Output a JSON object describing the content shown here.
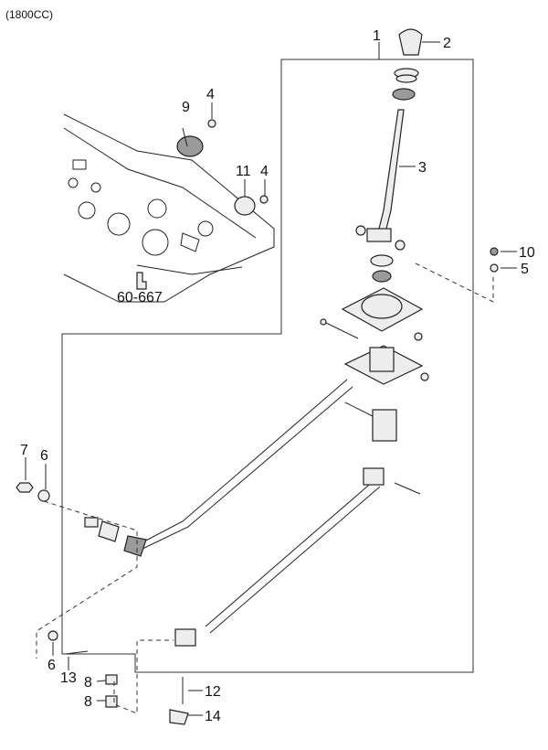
{
  "header": {
    "engine_note": "(1800CC)"
  },
  "callouts": {
    "c1": "1",
    "c2": "2",
    "c3": "3",
    "c4a": "4",
    "c4b": "4",
    "c5": "5",
    "c6a": "6",
    "c6b": "6",
    "c7": "7",
    "c8a": "8",
    "c8b": "8",
    "c9": "9",
    "c10": "10",
    "c11": "11",
    "c12": "12",
    "c13": "13",
    "c14": "14"
  },
  "reference": {
    "ref_code": "60-667"
  }
}
